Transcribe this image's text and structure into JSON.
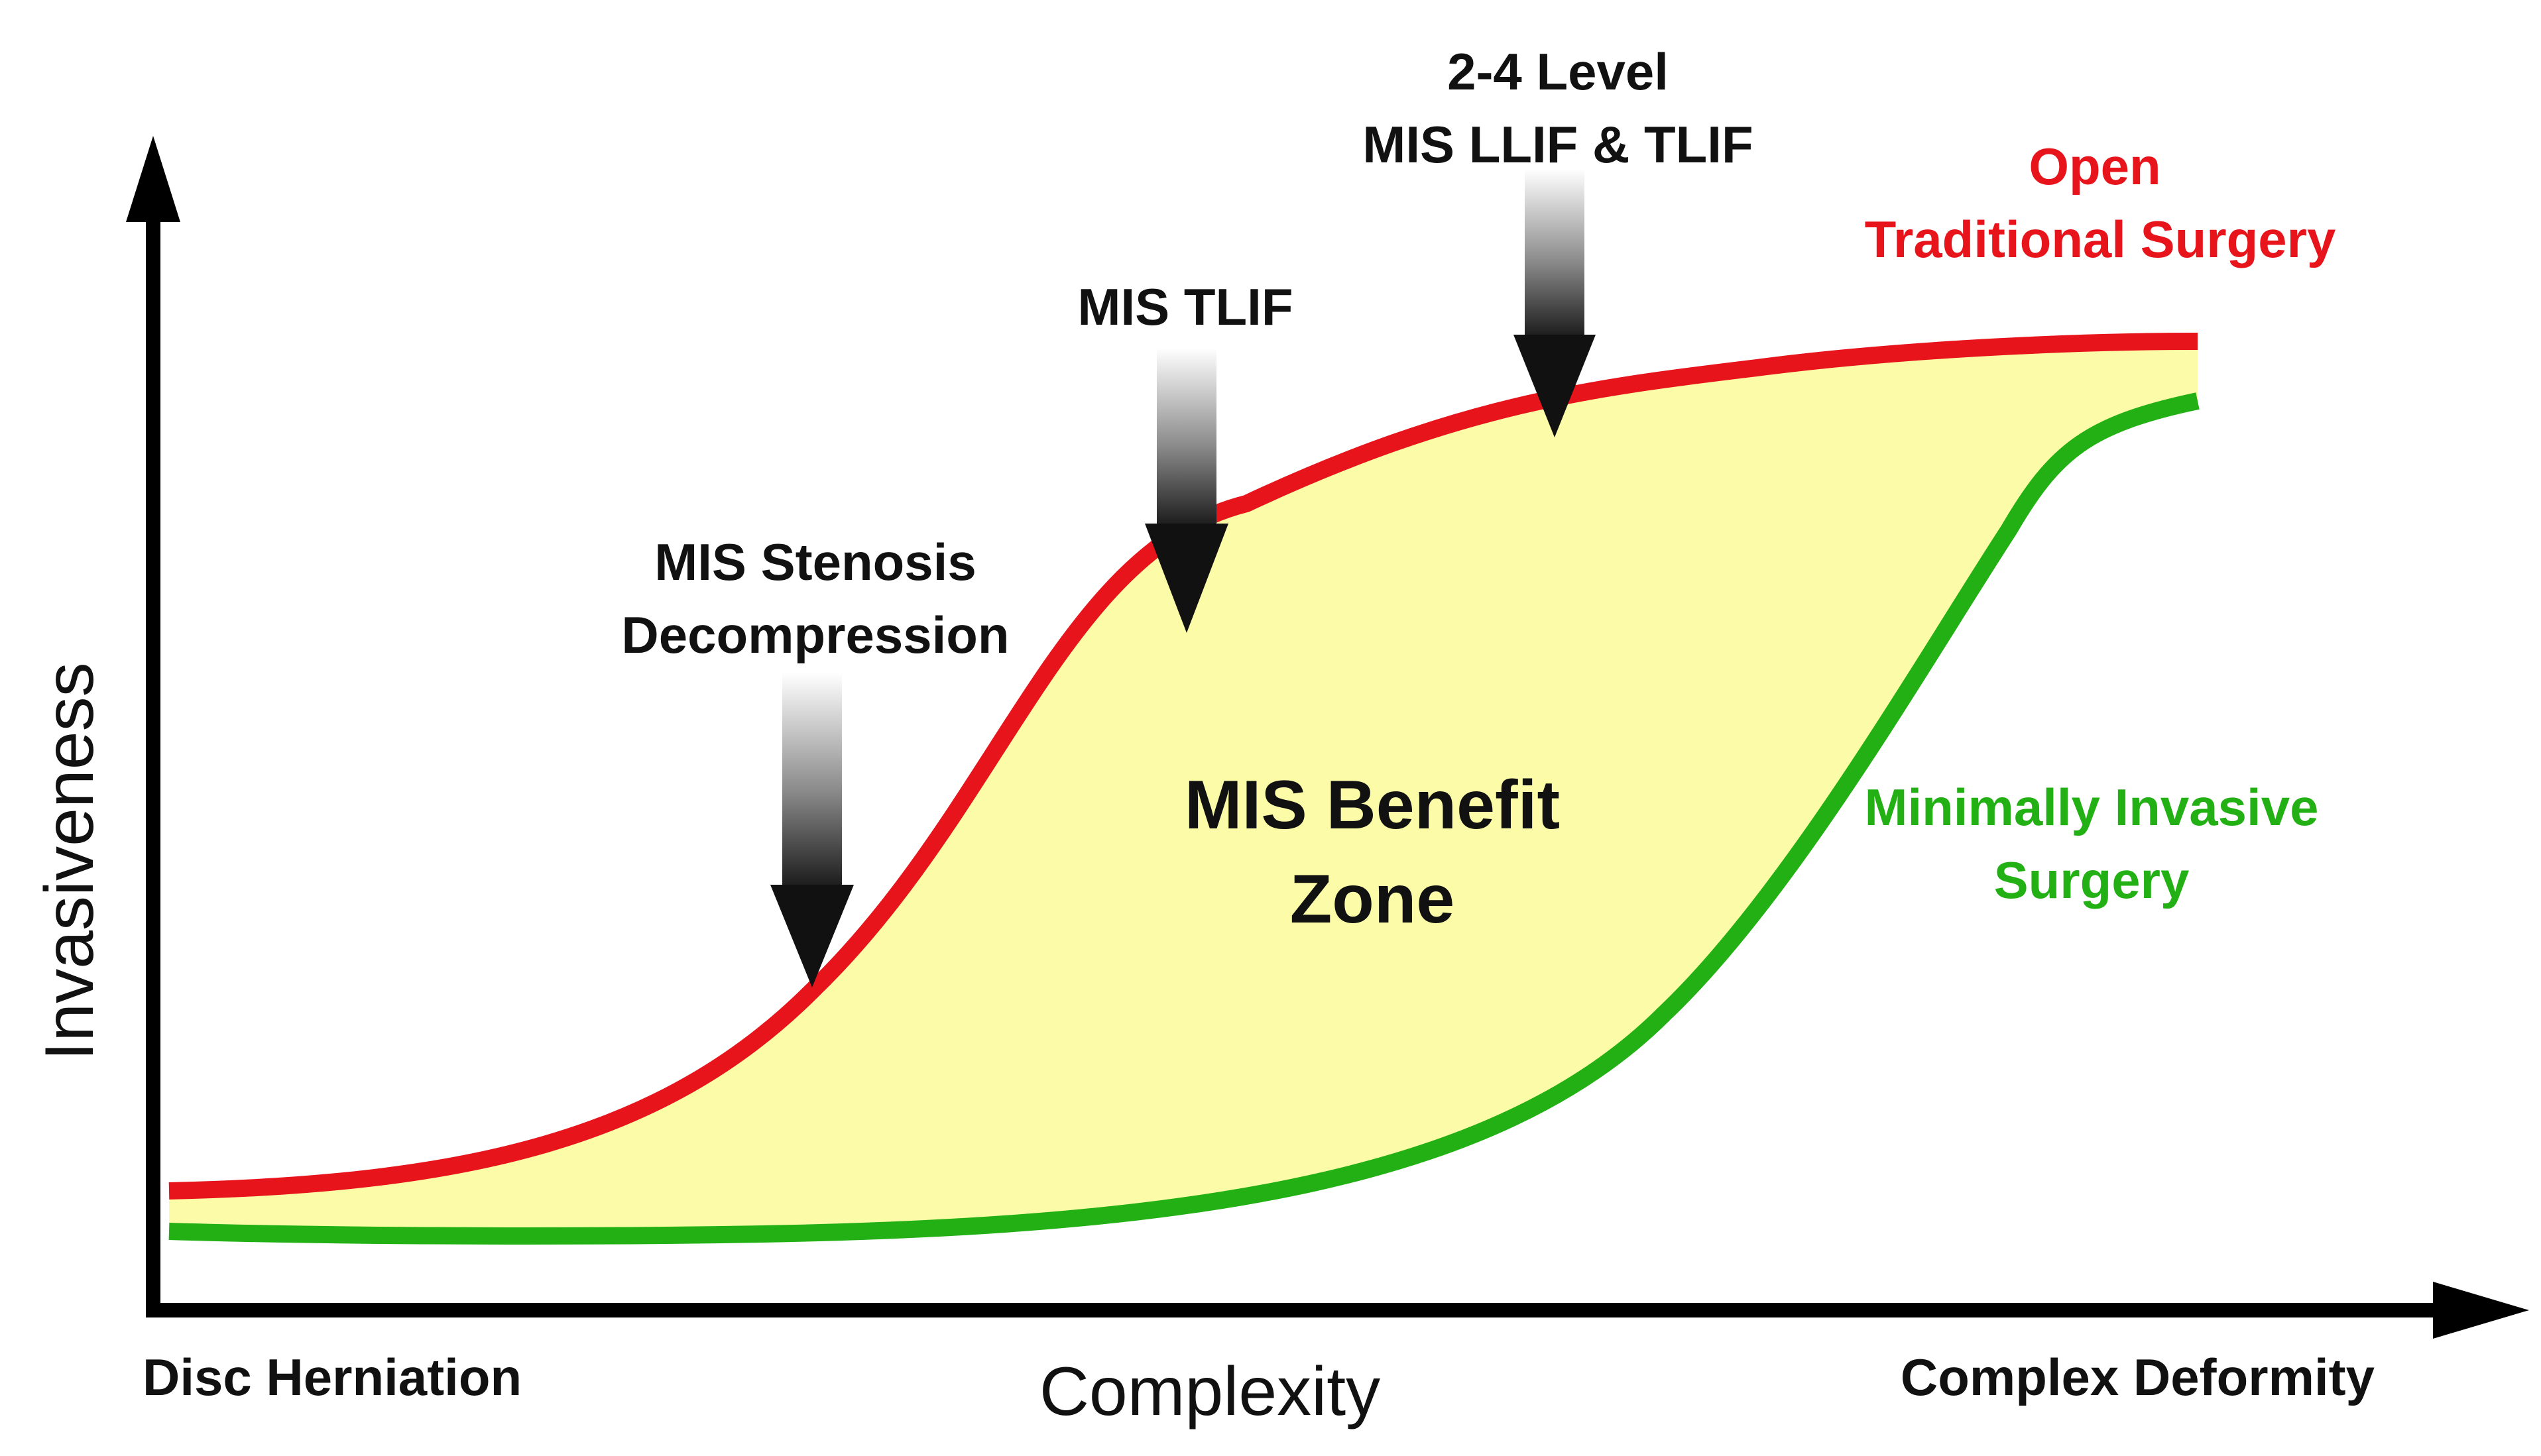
{
  "axes": {
    "y_label": "Invasiveness",
    "x_label": "Complexity",
    "x_start_label": "Disc Herniation",
    "x_end_label": "Complex Deformity"
  },
  "curves": {
    "open": {
      "label_line1": "Open",
      "label_line2": "Traditional Surgery",
      "color": "#e8141c"
    },
    "mis": {
      "label_line1": "Minimally Invasive",
      "label_line2": "Surgery",
      "color": "#22b014"
    }
  },
  "zone": {
    "label_line1": "MIS Benefit",
    "label_line2": "Zone",
    "fill": "#fbfba8"
  },
  "markers": [
    {
      "line1": "MIS Stenosis",
      "line2": "Decompression"
    },
    {
      "line1": "MIS TLIF",
      "line2": ""
    },
    {
      "line1": "2-4 Level",
      "line2": "MIS LLIF & TLIF"
    }
  ],
  "colors": {
    "axis": "#000000",
    "text": "#111111"
  }
}
